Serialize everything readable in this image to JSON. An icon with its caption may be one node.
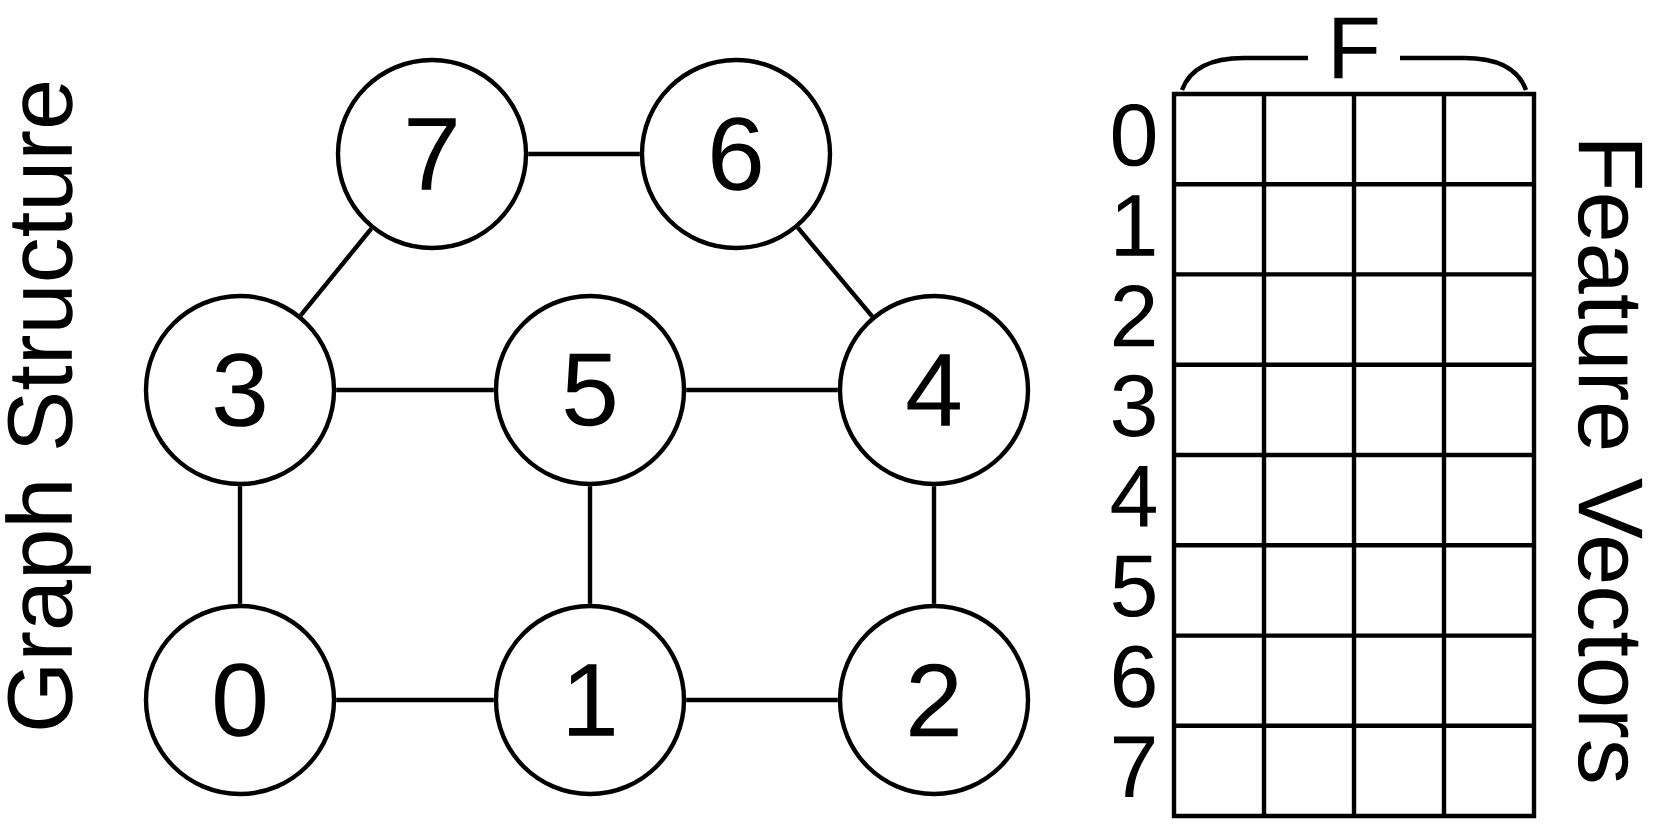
{
  "diagram": {
    "nodes": [
      {
        "text": [
          "7"
        ]
      },
      {
        "text": [
          "6"
        ]
      },
      {
        "text": [
          "3"
        ]
      },
      {
        "text": [
          "5"
        ]
      },
      {
        "text": [
          "4"
        ]
      },
      {
        "text": [
          "0"
        ]
      },
      {
        "text": [
          "1"
        ]
      },
      {
        "text": [
          "2"
        ]
      }
    ],
    "edges": [
      {
        "from": 0,
        "to": 1,
        "arrow": "none"
      },
      {
        "from": 0,
        "to": 2,
        "arrow": "none"
      },
      {
        "from": 1,
        "to": 4,
        "arrow": "none"
      },
      {
        "from": 2,
        "to": 3,
        "arrow": "none"
      },
      {
        "from": 3,
        "to": 4,
        "arrow": "none"
      },
      {
        "from": 2,
        "to": 5,
        "arrow": "none"
      },
      {
        "from": 3,
        "to": 6,
        "arrow": "none"
      },
      {
        "from": 4,
        "to": 7,
        "arrow": "none"
      },
      {
        "from": 5,
        "to": 6,
        "arrow": "none"
      },
      {
        "from": 6,
        "to": 7,
        "arrow": "none"
      }
    ],
    "labels": [
      "Graph Structure",
      "F",
      "0",
      "1",
      "2",
      "3",
      "4",
      "5",
      "6",
      "7",
      "Feature Vectors"
    ]
  }
}
